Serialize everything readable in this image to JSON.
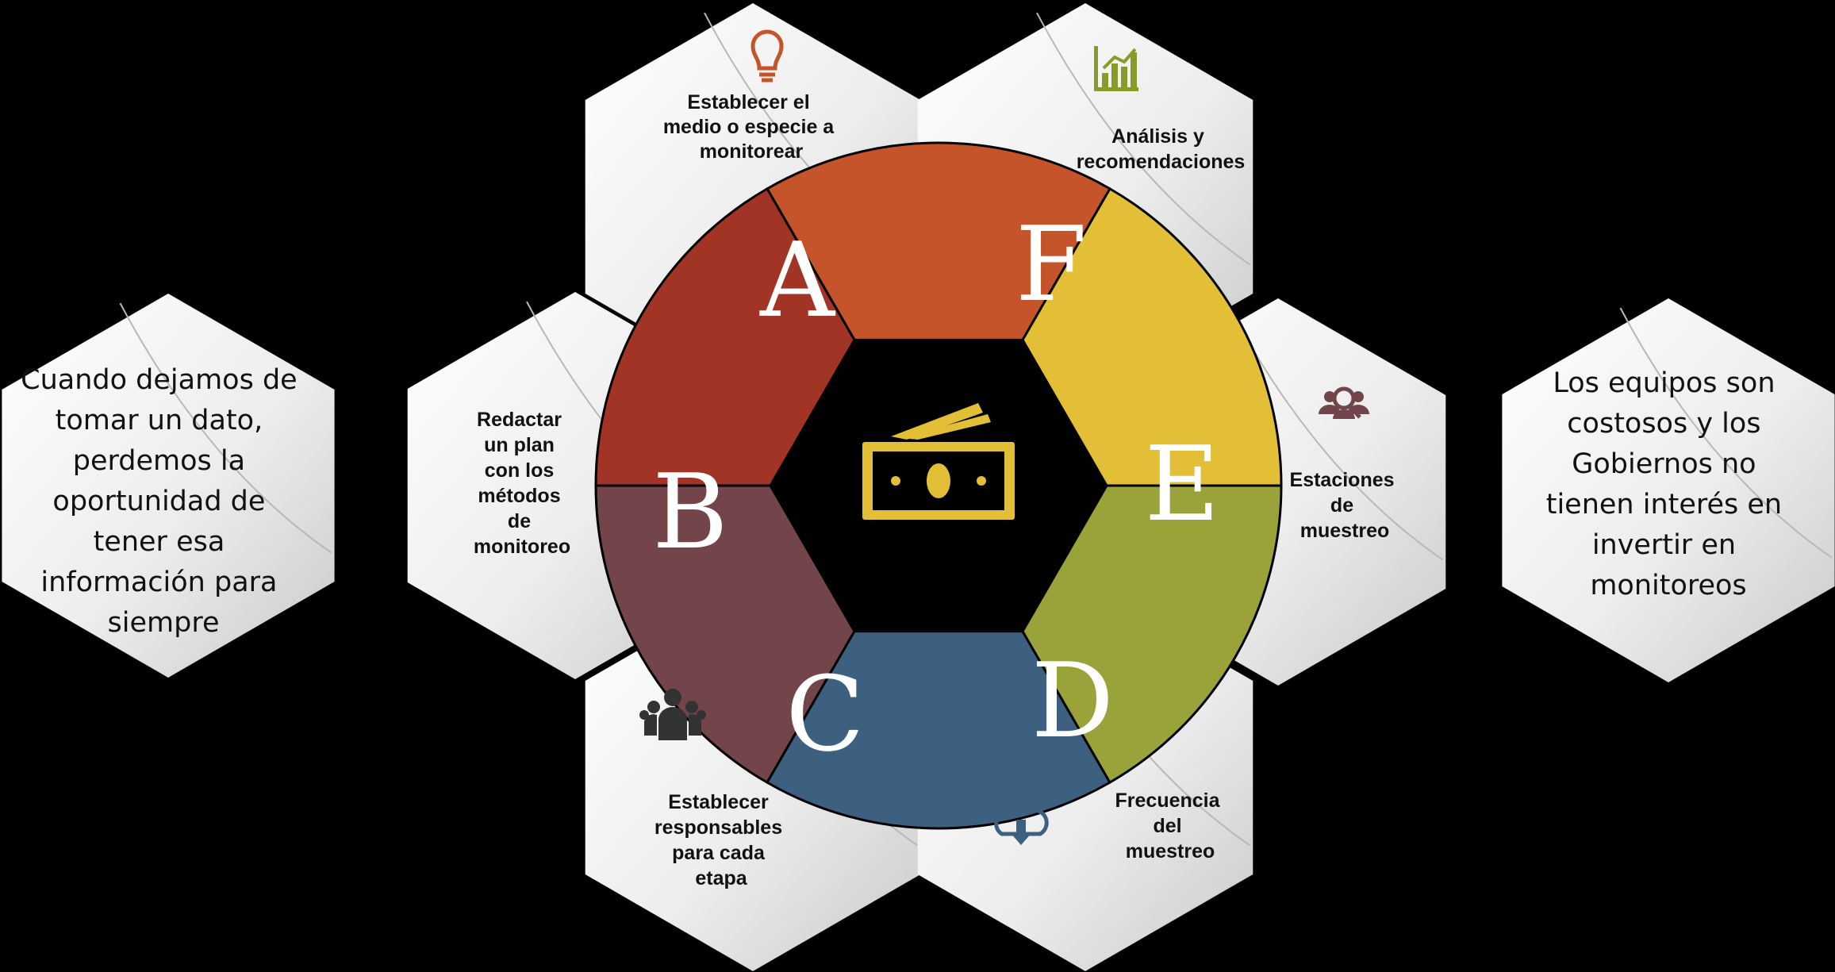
{
  "center_icon": "money-bills-icon",
  "segments": [
    {
      "letter": "A",
      "label_lines": [
        "Establecer el",
        "medio o especie a",
        "monitorear"
      ],
      "icon": "lightbulb-icon",
      "color": "#C5542A"
    },
    {
      "letter": "B",
      "label_lines": [
        "Redactar",
        "un plan",
        "con los",
        "métodos",
        "de",
        "monitoreo"
      ],
      "icon": "",
      "color": "#A13425"
    },
    {
      "letter": "C",
      "label_lines": [
        "Establecer",
        "responsables",
        "para cada",
        "etapa"
      ],
      "icon": "group-people-icon",
      "color": "#734449"
    },
    {
      "letter": "D",
      "label_lines": [
        "Frecuencia",
        "del",
        "muestreo"
      ],
      "icon": "cloud-download-icon",
      "color": "#3E6080"
    },
    {
      "letter": "E",
      "label_lines": [
        "Estaciones",
        "de",
        "muestreo"
      ],
      "icon": "people-search-icon",
      "color": "#9AA23A"
    },
    {
      "letter": "F",
      "label_lines": [
        "Análisis y",
        "recomendaciones"
      ],
      "icon": "bar-chart-icon",
      "color": "#E3BE37"
    }
  ],
  "side_left": {
    "lines": [
      "Cuando dejamos de",
      "tomar un dato,",
      "perdemos la",
      "oportunidad de",
      "tener esa",
      "información para",
      "siempre"
    ]
  },
  "side_right": {
    "lines": [
      "Los equipos son",
      "costosos y los",
      "Gobiernos no",
      "tienen interés en",
      "invertir en",
      "monitoreos"
    ]
  },
  "colors": {
    "background": "#000000",
    "hex_fill": "#ECECEC",
    "money_icon": "#E3BE37",
    "icon_red": "#C5542A",
    "icon_olive": "#8A9A2A",
    "icon_dark": "#333333",
    "icon_blue": "#3E6080",
    "icon_maroon": "#734449"
  }
}
